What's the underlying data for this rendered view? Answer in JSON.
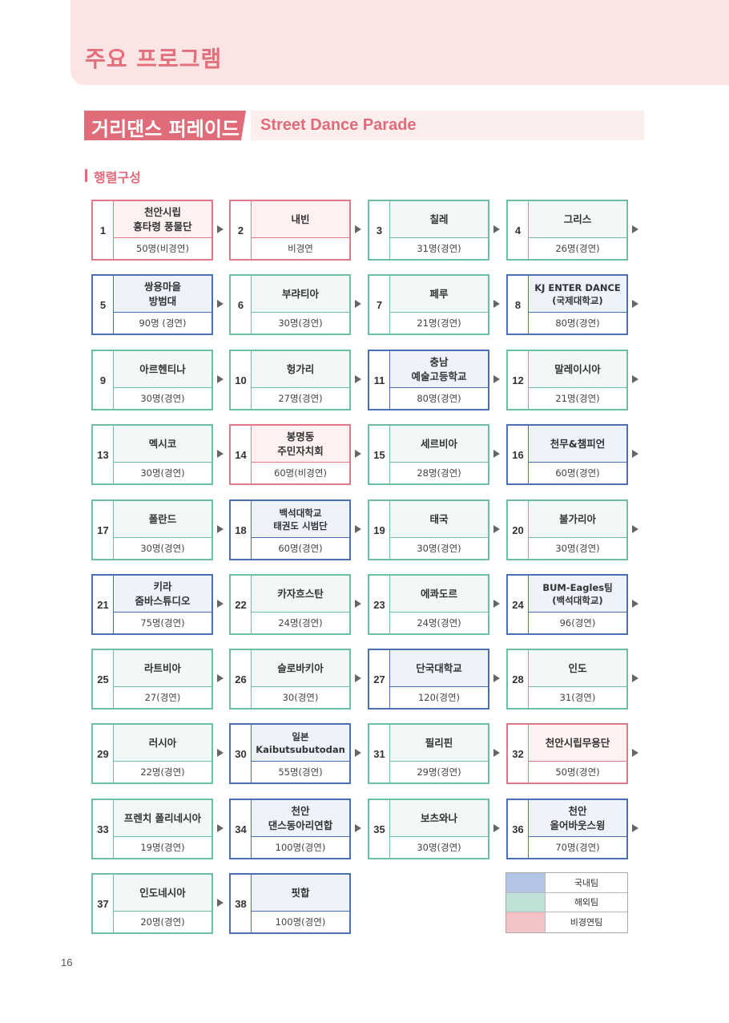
{
  "header": {
    "title": "주요 프로그램"
  },
  "section": {
    "tag": "거리댄스 퍼레이드",
    "english": "Street Dance Parade"
  },
  "subsection": {
    "title": "행렬구성"
  },
  "colors": {
    "domestic": {
      "border": "#4a6fb5",
      "fill": "#eef2fb"
    },
    "overseas": {
      "border": "#6cbfa5",
      "fill": "#f2f8f6"
    },
    "noncompete": {
      "border": "#e07a88",
      "fill": "#fdf1f2"
    }
  },
  "teams": [
    {
      "num": "1",
      "name": "천안시립\n흥타령 풍물단",
      "count": "50명(비경연)",
      "type": "noncompete"
    },
    {
      "num": "2",
      "name": "내빈",
      "count": "비경연",
      "type": "noncompete"
    },
    {
      "num": "3",
      "name": "칠레",
      "count": "31명(경연)",
      "type": "overseas"
    },
    {
      "num": "4",
      "name": "그리스",
      "count": "26명(경연)",
      "type": "overseas"
    },
    {
      "num": "5",
      "name": "쌍용마을\n방범대",
      "count": "90명 (경연)",
      "type": "domestic"
    },
    {
      "num": "6",
      "name": "부랴티아",
      "count": "30명(경연)",
      "type": "overseas"
    },
    {
      "num": "7",
      "name": "페루",
      "count": "21명(경연)",
      "type": "overseas"
    },
    {
      "num": "8",
      "name": "KJ ENTER DANCE\n(국제대학교)",
      "count": "80명(경연)",
      "type": "domestic"
    },
    {
      "num": "9",
      "name": "아르헨티나",
      "count": "30명(경연)",
      "type": "overseas"
    },
    {
      "num": "10",
      "name": "헝가리",
      "count": "27명(경연)",
      "type": "overseas"
    },
    {
      "num": "11",
      "name": "충남\n예술고등학교",
      "count": "80명(경연)",
      "type": "domestic"
    },
    {
      "num": "12",
      "name": "말레이시아",
      "count": "21명(경연)",
      "type": "overseas"
    },
    {
      "num": "13",
      "name": "멕시코",
      "count": "30명(경연)",
      "type": "overseas"
    },
    {
      "num": "14",
      "name": "봉명동\n주민자치회",
      "count": "60명(비경연)",
      "type": "noncompete"
    },
    {
      "num": "15",
      "name": "세르비아",
      "count": "28명(경연)",
      "type": "overseas"
    },
    {
      "num": "16",
      "name": "천무&챔피언",
      "count": "60명(경연)",
      "type": "domestic"
    },
    {
      "num": "17",
      "name": "폴란드",
      "count": "30명(경연)",
      "type": "overseas"
    },
    {
      "num": "18",
      "name": "백석대학교\n태권도 시범단",
      "count": "60명(경연)",
      "type": "domestic"
    },
    {
      "num": "19",
      "name": "태국",
      "count": "30명(경연)",
      "type": "overseas"
    },
    {
      "num": "20",
      "name": "불가리아",
      "count": "30명(경연)",
      "type": "overseas"
    },
    {
      "num": "21",
      "name": "키라\n줌바스튜디오",
      "count": "75명(경연)",
      "type": "domestic"
    },
    {
      "num": "22",
      "name": "카자흐스탄",
      "count": "24명(경연)",
      "type": "overseas"
    },
    {
      "num": "23",
      "name": "에콰도르",
      "count": "24명(경연)",
      "type": "overseas"
    },
    {
      "num": "24",
      "name": "BUM-Eagles팀\n(백석대학교)",
      "count": "96(경연)",
      "type": "domestic"
    },
    {
      "num": "25",
      "name": "라트비아",
      "count": "27(경연)",
      "type": "overseas"
    },
    {
      "num": "26",
      "name": "슬로바키아",
      "count": "30(경연)",
      "type": "overseas"
    },
    {
      "num": "27",
      "name": "단국대학교",
      "count": "120(경연)",
      "type": "domestic"
    },
    {
      "num": "28",
      "name": "인도",
      "count": "31(경연)",
      "type": "overseas"
    },
    {
      "num": "29",
      "name": "러시아",
      "count": "22명(경연)",
      "type": "overseas"
    },
    {
      "num": "30",
      "name": "일본\nKaibutsubutodan",
      "count": "55명(경연)",
      "type": "domestic"
    },
    {
      "num": "31",
      "name": "필리핀",
      "count": "29명(경연)",
      "type": "overseas"
    },
    {
      "num": "32",
      "name": "천안시립무용단",
      "count": "50명(경연)",
      "type": "noncompete"
    },
    {
      "num": "33",
      "name": "프렌치 폴리네시아",
      "count": "19명(경연)",
      "type": "overseas"
    },
    {
      "num": "34",
      "name": "천안\n댄스동아리연합",
      "count": "100명(경연)",
      "type": "domestic"
    },
    {
      "num": "35",
      "name": "보츠와나",
      "count": "30명(경연)",
      "type": "overseas"
    },
    {
      "num": "36",
      "name": "천안\n올어바웃스윙",
      "count": "70명(경연)",
      "type": "domestic"
    },
    {
      "num": "37",
      "name": "인도네시아",
      "count": "20명(경연)",
      "type": "overseas"
    },
    {
      "num": "38",
      "name": "핏합",
      "count": "100명(경연)",
      "type": "domestic"
    }
  ],
  "legend": [
    {
      "label": "국내팀",
      "color": "#b4c4e6"
    },
    {
      "label": "해외팀",
      "color": "#bfe0d6"
    },
    {
      "label": "비경연팀",
      "color": "#f2c2c6"
    }
  ],
  "page": {
    "number": "16"
  }
}
